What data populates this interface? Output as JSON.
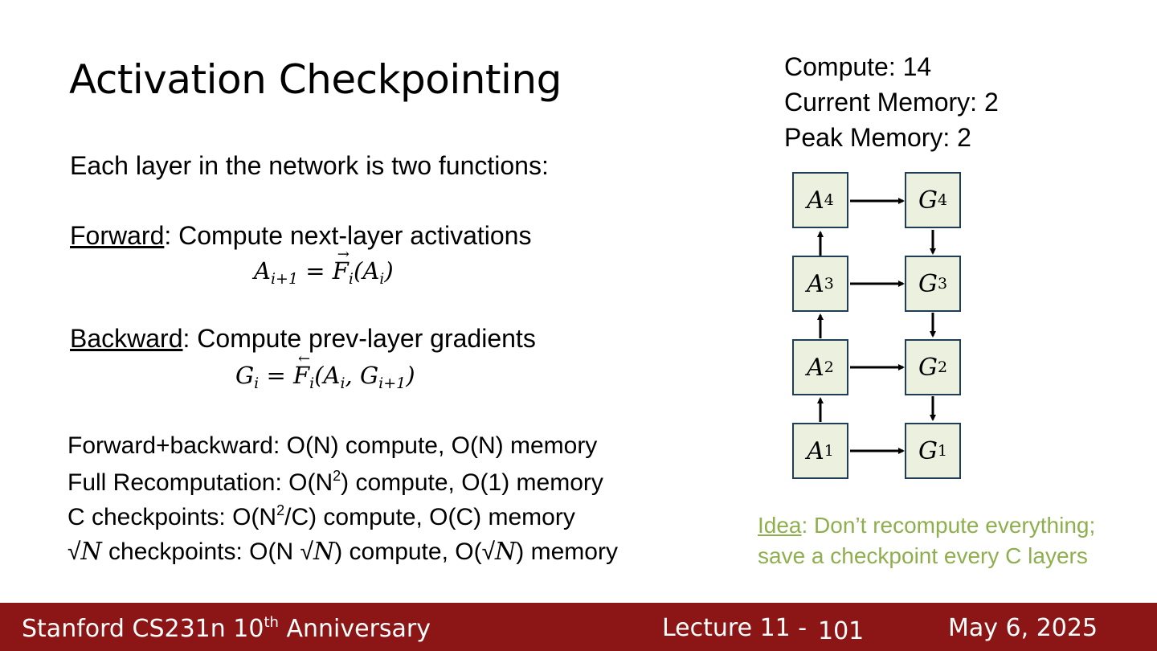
{
  "slide": {
    "title": "Activation Checkpointing",
    "intro": "Each layer in the network is two functions:",
    "forward": {
      "label": "Forward",
      "text": ": Compute next-layer activations",
      "formula_lhs": "A",
      "formula_lhs_sub": "i+1",
      "formula_eq": " = ",
      "formula_f": "F",
      "formula_f_sub": "i",
      "formula_arrow": "→",
      "formula_args": "(A",
      "formula_args_sub": "i",
      "formula_close": ")"
    },
    "backward": {
      "label": "Backward",
      "text": ": Compute prev-layer gradients",
      "formula_lhs": "G",
      "formula_lhs_sub": "i",
      "formula_eq": " = ",
      "formula_f": "F",
      "formula_f_sub": "i",
      "formula_arrow": "←",
      "formula_args": "(A",
      "formula_args_sub": "i",
      "formula_mid": ", G",
      "formula_mid_sub": "i+1",
      "formula_close": ")"
    },
    "complexity": {
      "line1": "Forward+backward: O(N) compute, O(N) memory",
      "line2_a": "Full Recomputation: O(N",
      "line2_sup": "2",
      "line2_b": ") compute, O(1) memory",
      "line3_a": "C checkpoints: O(N",
      "line3_sup": "2",
      "line3_b": "/C) compute, O(C) memory",
      "line4_a": "√",
      "line4_n1": "N",
      "line4_b": " checkpoints: O(N √",
      "line4_n2": "N",
      "line4_c": ") compute, O(√",
      "line4_n3": "N",
      "line4_d": ") memory"
    },
    "stats": {
      "compute": "Compute: 14",
      "current_memory": "Current Memory: 2",
      "peak_memory": "Peak Memory: 2"
    },
    "diagram": {
      "a_letter": "A",
      "g_letter": "G",
      "rows": [
        "4",
        "3",
        "2",
        "1"
      ],
      "box_fill": "#ebf1de",
      "box_stroke": "#1f3d55"
    },
    "idea": {
      "label": "Idea",
      "line1": ": Don’t recompute everything;",
      "line2": "save a checkpoint every C layers",
      "color": "#8faf4e"
    }
  },
  "footer": {
    "course": "Stanford CS231n 10",
    "course_sup": "th",
    "course_rest": " Anniversary",
    "lecture": "Lecture 11 -",
    "page": "101",
    "date": "May 6, 2025",
    "color": "#8c1515"
  }
}
